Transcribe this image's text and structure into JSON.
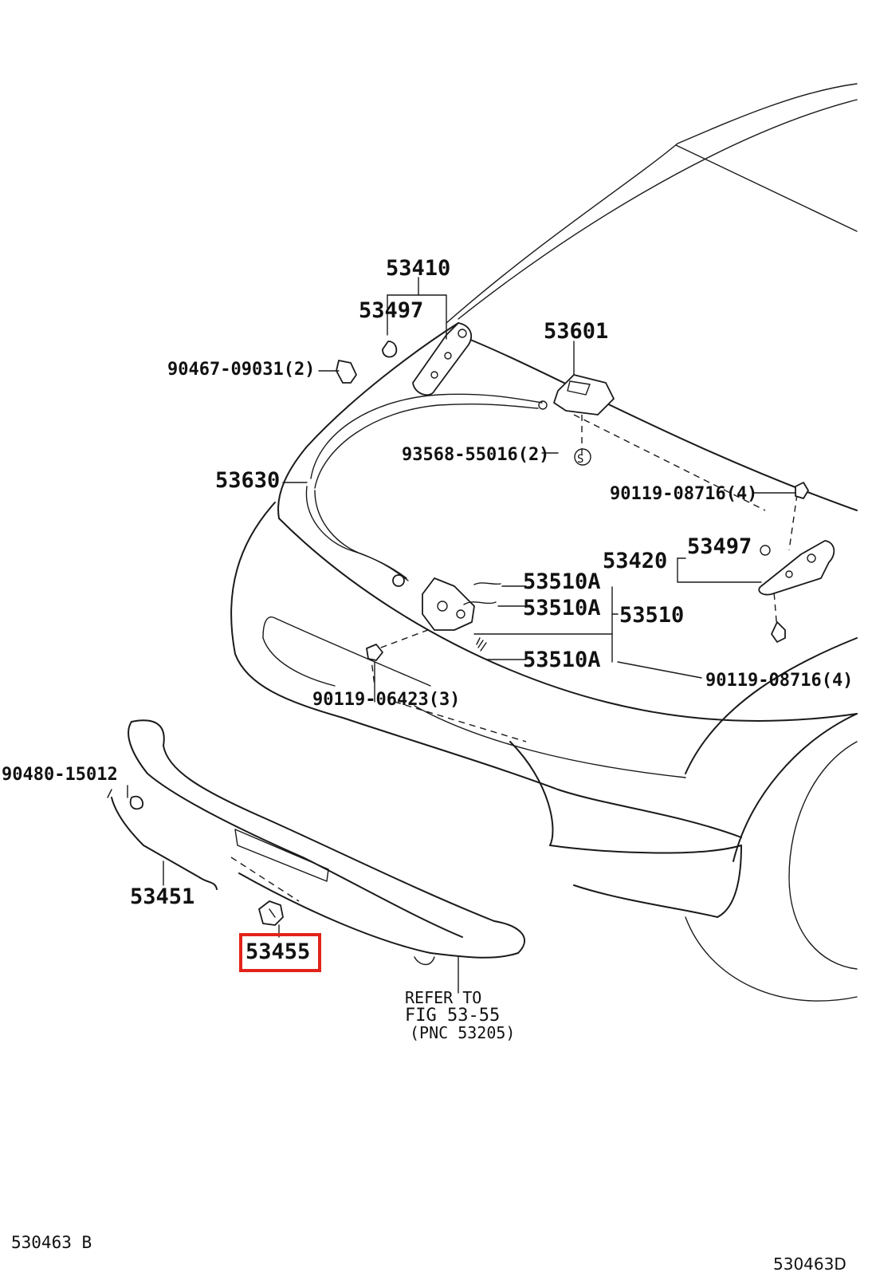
{
  "labels": {
    "p53410": "53410",
    "p53497_top": "53497",
    "p53601": "53601",
    "p90467": "90467-09031(2)",
    "p93568": "93568-55016(2)",
    "s_mark": "S",
    "p53630": "53630",
    "p90119_08716_top": "90119-08716(4)",
    "p53420": "53420",
    "p53497_right": "53497",
    "p53510A_1": "53510A",
    "p53510A_2": "53510A",
    "p53510": "53510",
    "p53510A_3": "53510A",
    "p90119_08716_bot": "90119-08716(4)",
    "p90119_06423": "90119-06423(3)",
    "p90480": "90480-15012",
    "p53451": "53451",
    "p53455": "53455",
    "refer_1": "REFER TO",
    "refer_2": "FIG 53-55",
    "refer_3": "(PNC 53205)",
    "code_left": "530463 B",
    "code_right": "530463D"
  },
  "highlight": {
    "part": "53455",
    "color": "#e2231a"
  }
}
